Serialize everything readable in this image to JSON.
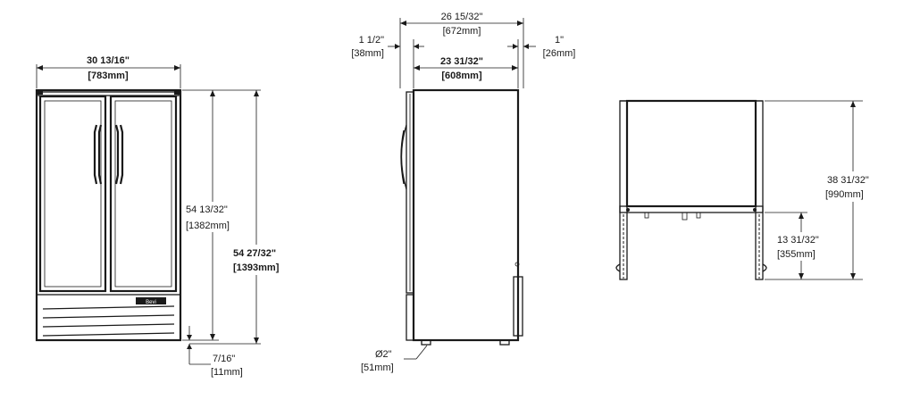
{
  "front_view": {
    "width_frac": "30 13/16\"",
    "width_mm": "[783mm]",
    "cabinet_height_frac": "54 13/32\"",
    "cabinet_height_mm": "[1382mm]",
    "total_height_frac": "54 27/32\"",
    "total_height_mm": "[1393mm]",
    "foot_frac": "7/16\"",
    "foot_mm": "[11mm]",
    "brand_label": "Bevi"
  },
  "side_view": {
    "overall_depth_frac": "26 15/32\"",
    "overall_depth_mm": "[672mm]",
    "cabinet_depth_frac": "23 31/32\"",
    "cabinet_depth_mm": "[608mm]",
    "door_offset_frac": "1 1/2\"",
    "door_offset_mm": "[38mm]",
    "rear_offset_frac": "1\"",
    "rear_offset_mm": "[26mm]",
    "caster_diameter_frac": "Ø2\"",
    "caster_diameter_mm": "[51mm]"
  },
  "top_view": {
    "height_frac": "38 31/32\"",
    "height_mm": "[990mm]",
    "lower_frac": "13 31/32\"",
    "lower_mm": "[355mm]"
  }
}
